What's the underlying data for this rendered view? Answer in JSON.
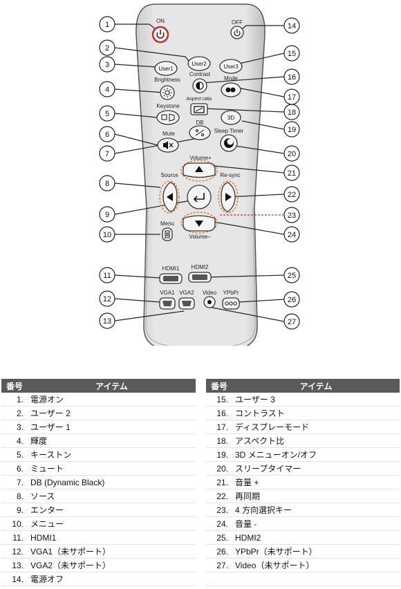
{
  "remote": {
    "labels": {
      "on": "ON",
      "off": "OFF",
      "user1": "User1",
      "user2": "User2",
      "user3": "User3",
      "brightness": "Brightness",
      "contrast": "Contrast",
      "mode": "Mode",
      "aspect_ratio": "Aspect ratio",
      "keystone": "Keystone",
      "three_d": "3D",
      "db": "DB",
      "mute": "Mute",
      "sleep_timer": "Sleep Timer",
      "volume_plus": "Volume+",
      "source": "Source",
      "re_sync": "Re-sync",
      "volume_minus": "Volume–",
      "menu": "Menu",
      "hdmi1": "HDMI1",
      "hdmi2": "HDMI2",
      "vga1": "VGA1",
      "vga2": "VGA2",
      "video": "Video",
      "ypbpr": "YPbPr"
    },
    "callouts": [
      "1",
      "2",
      "3",
      "4",
      "5",
      "6",
      "7",
      "8",
      "9",
      "10",
      "11",
      "12",
      "13",
      "14",
      "15",
      "16",
      "17",
      "18",
      "19",
      "20",
      "21",
      "22",
      "23",
      "24",
      "25",
      "26",
      "27"
    ]
  },
  "table": {
    "headers": {
      "number": "番号",
      "item": "アイテム"
    },
    "left": [
      {
        "no": "1.",
        "item": "電源オン"
      },
      {
        "no": "2.",
        "item": "ユーザー 2"
      },
      {
        "no": "3.",
        "item": "ユーザー 1"
      },
      {
        "no": "4.",
        "item": "輝度"
      },
      {
        "no": "5.",
        "item": "キーストン"
      },
      {
        "no": "6.",
        "item": "ミュート"
      },
      {
        "no": "7.",
        "item": "DB (Dynamic Black)"
      },
      {
        "no": "8.",
        "item": "ソース"
      },
      {
        "no": "9.",
        "item": "エンター"
      },
      {
        "no": "10.",
        "item": "メニュー"
      },
      {
        "no": "11.",
        "item": "HDMI1"
      },
      {
        "no": "12.",
        "item": "VGA1（未サポート）"
      },
      {
        "no": "13.",
        "item": "VGA2（未サポート）"
      },
      {
        "no": "14.",
        "item": "電源オフ"
      }
    ],
    "right": [
      {
        "no": "15.",
        "item": "ユーザー 3"
      },
      {
        "no": "16.",
        "item": "コントラスト"
      },
      {
        "no": "17.",
        "item": "ディスプレーモード"
      },
      {
        "no": "18.",
        "item": "アスペクト比"
      },
      {
        "no": "19.",
        "item": "3D メニューオン/オフ"
      },
      {
        "no": "20.",
        "item": "スリープタイマー"
      },
      {
        "no": "21.",
        "item": "音量 +"
      },
      {
        "no": "22.",
        "item": "再同期"
      },
      {
        "no": "23.",
        "item": "4 方向選択キー"
      },
      {
        "no": "24.",
        "item": "音量 -"
      },
      {
        "no": "25.",
        "item": "HDMI2"
      },
      {
        "no": "26.",
        "item": "YPbPr（未サポート）"
      },
      {
        "no": "27.",
        "item": "Video（未サポート）"
      },
      {
        "no": "",
        "item": ""
      }
    ]
  }
}
